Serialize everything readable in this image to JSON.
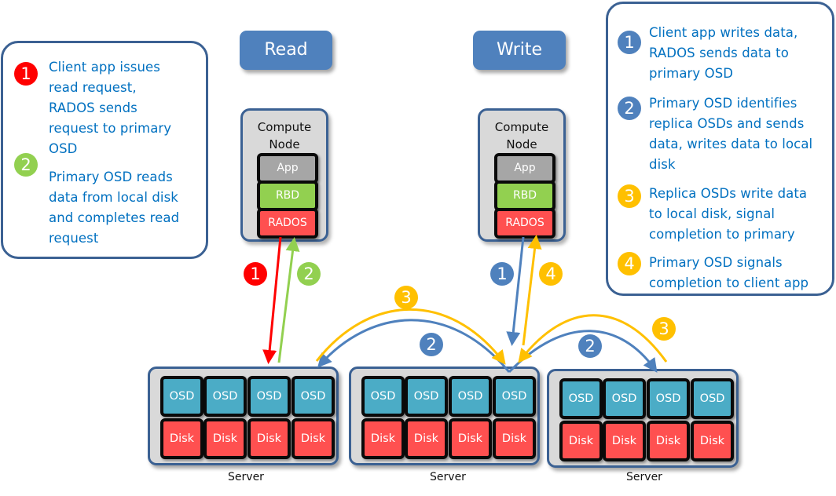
{
  "colors": {
    "step_red": "#ff0000",
    "step_green": "#92d050",
    "step_blue": "#4f81bd",
    "step_yellow": "#ffc000",
    "osd": "#4bacc6",
    "disk": "#ff5050",
    "app": "#a6a6a6",
    "rbd": "#92d050",
    "rados": "#ff5050",
    "text_blue": "#0070c0",
    "border": "#3b6193"
  },
  "read_legend": {
    "steps": [
      {
        "number": "1",
        "color_key": "step_red",
        "lines": [
          "Client app issues",
          "read request,",
          "RADOS sends",
          "request to primary",
          "OSD"
        ]
      },
      {
        "number": "2",
        "color_key": "step_green",
        "lines": [
          "Primary OSD reads",
          "data from local disk",
          "and completes read",
          "request"
        ]
      }
    ]
  },
  "write_legend": {
    "steps": [
      {
        "number": "1",
        "color_key": "step_blue",
        "lines": [
          "Client app writes data,",
          "RADOS sends data to",
          "primary OSD"
        ]
      },
      {
        "number": "2",
        "color_key": "step_blue",
        "lines": [
          "Primary OSD identifies",
          "replica OSDs and sends",
          "data, writes data to local",
          "disk"
        ]
      },
      {
        "number": "3",
        "color_key": "step_yellow",
        "lines": [
          "Replica OSDs write data",
          "to local disk, signal",
          "completion to primary"
        ]
      },
      {
        "number": "4",
        "color_key": "step_yellow",
        "lines": [
          "Primary OSD signals",
          "completion to client app"
        ]
      }
    ]
  },
  "headers": {
    "read": "Read",
    "write": "Write"
  },
  "compute_nodes": [
    {
      "title_lines": [
        "Compute",
        "Node"
      ],
      "layers": [
        "App",
        "RBD",
        "RADOS"
      ]
    },
    {
      "title_lines": [
        "Compute",
        "Node"
      ],
      "layers": [
        "App",
        "RBD",
        "RADOS"
      ]
    }
  ],
  "servers": [
    {
      "label": "Server",
      "osds": [
        "OSD",
        "OSD",
        "OSD",
        "OSD"
      ],
      "disks": [
        "Disk",
        "Disk",
        "Disk",
        "Disk"
      ]
    },
    {
      "label": "Server",
      "osds": [
        "OSD",
        "OSD",
        "OSD",
        "OSD"
      ],
      "disks": [
        "Disk",
        "Disk",
        "Disk",
        "Disk"
      ]
    },
    {
      "label": "Server",
      "osds": [
        "OSD",
        "OSD",
        "OSD",
        "OSD"
      ],
      "disks": [
        "Disk",
        "Disk",
        "Disk",
        "Disk"
      ]
    }
  ],
  "flow_badges": {
    "read_1": "1",
    "read_2": "2",
    "write_1": "1",
    "write_4": "4",
    "write_2_left": "2",
    "write_3_left": "3",
    "write_2_right": "2",
    "write_3_right": "3"
  }
}
